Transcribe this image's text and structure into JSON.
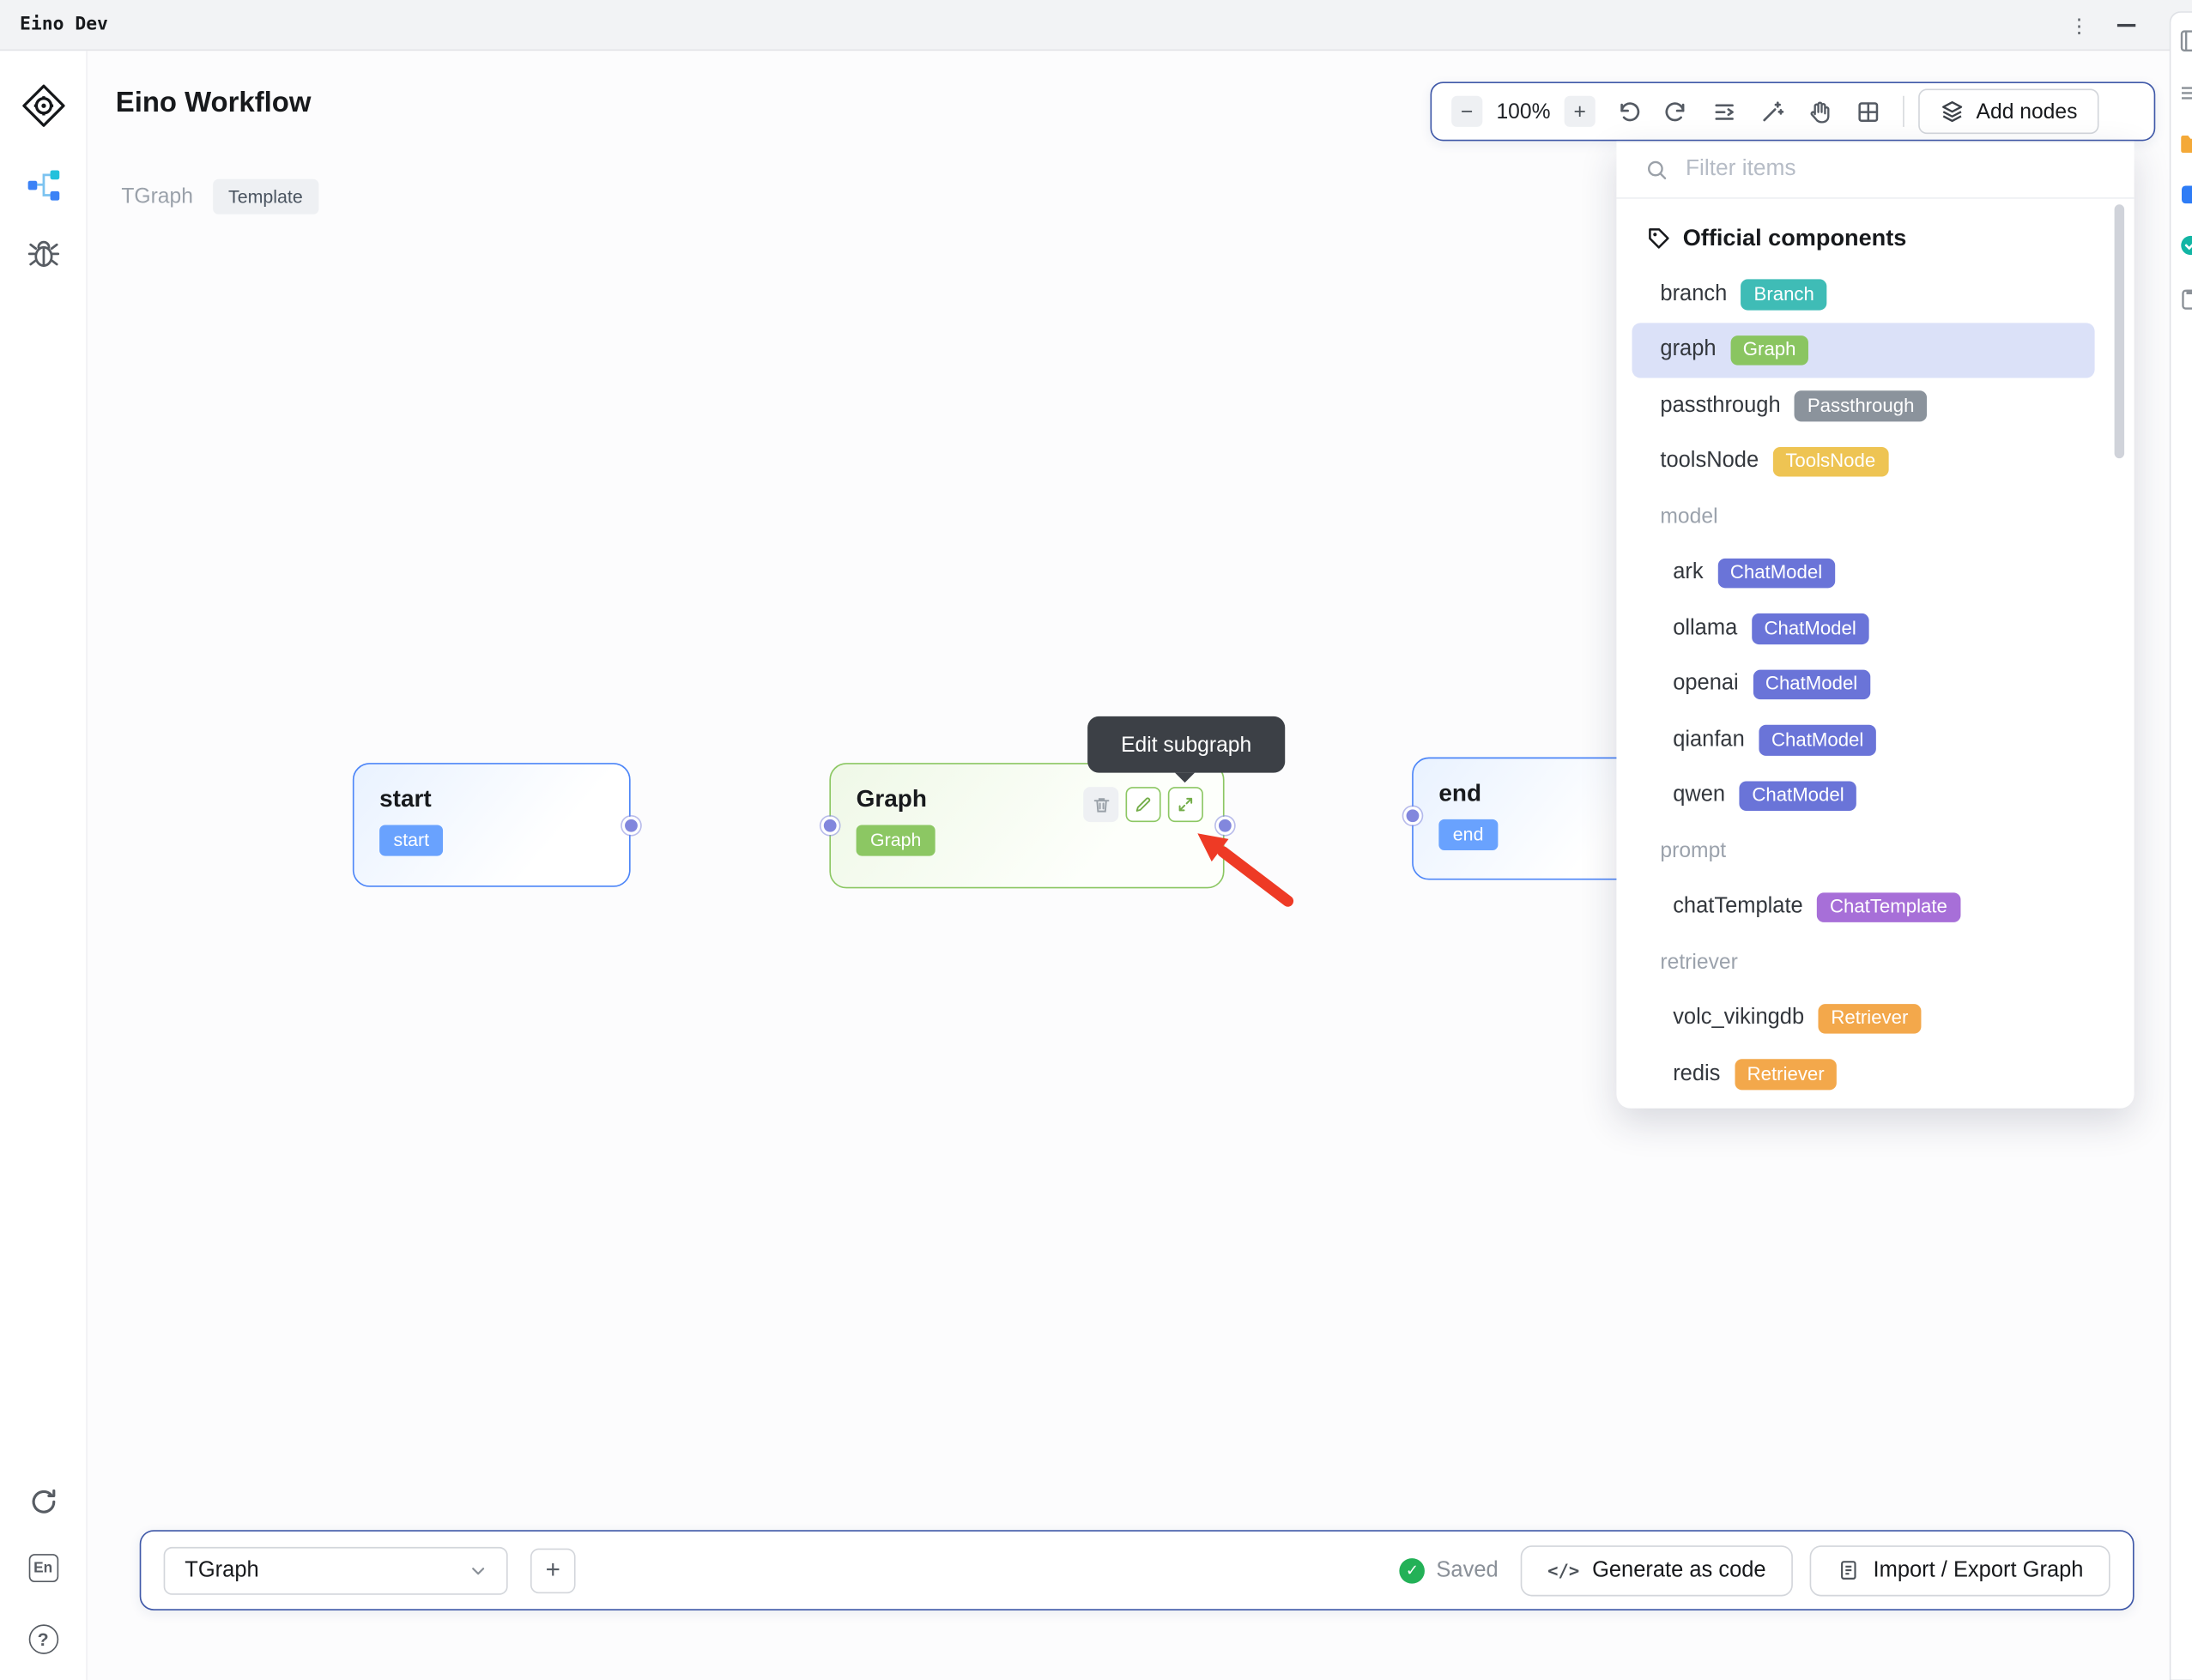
{
  "titlebar": {
    "app_name": "Eino Dev",
    "more_icon": "⋮"
  },
  "left_rail": {
    "lang_label": "En",
    "help_label": "?"
  },
  "header": {
    "title": "Eino Workflow",
    "breadcrumb": "TGraph",
    "template_badge": "Template"
  },
  "toolbar": {
    "zoom_out_icon": "−",
    "zoom_level": "100%",
    "zoom_in_icon": "+",
    "add_nodes_label": "Add nodes"
  },
  "canvas": {
    "tooltip": "Edit subgraph",
    "nodes": {
      "start": {
        "title": "start",
        "badge": "start"
      },
      "graph": {
        "title": "Graph",
        "badge": "Graph"
      },
      "end": {
        "title": "end",
        "badge": "end"
      }
    }
  },
  "panel": {
    "search_placeholder": "Filter items",
    "section_title": "Official components",
    "groups": [
      {
        "label": "",
        "items": [
          {
            "name": "branch",
            "badge": "Branch",
            "color": "#3fbcb6"
          },
          {
            "name": "graph",
            "badge": "Graph",
            "color": "#8ac561",
            "selected": true
          },
          {
            "name": "passthrough",
            "badge": "Passthrough",
            "color": "#8b939c"
          },
          {
            "name": "toolsNode",
            "badge": "ToolsNode",
            "color": "#eec453"
          }
        ]
      },
      {
        "label": "model",
        "items": [
          {
            "name": "ark",
            "badge": "ChatModel",
            "color": "#6a74d8"
          },
          {
            "name": "ollama",
            "badge": "ChatModel",
            "color": "#6a74d8"
          },
          {
            "name": "openai",
            "badge": "ChatModel",
            "color": "#6a74d8"
          },
          {
            "name": "qianfan",
            "badge": "ChatModel",
            "color": "#6a74d8"
          },
          {
            "name": "qwen",
            "badge": "ChatModel",
            "color": "#6a74d8"
          }
        ]
      },
      {
        "label": "prompt",
        "items": [
          {
            "name": "chatTemplate",
            "badge": "ChatTemplate",
            "color": "#a76fd8"
          }
        ]
      },
      {
        "label": "retriever",
        "items": [
          {
            "name": "volc_vikingdb",
            "badge": "Retriever",
            "color": "#f3a84b"
          },
          {
            "name": "redis",
            "badge": "Retriever",
            "color": "#f3a84b"
          }
        ]
      }
    ]
  },
  "bottom_bar": {
    "graph_select_value": "TGraph",
    "add_graph_label": "+",
    "saved_label": "Saved",
    "code_icon": "</>",
    "generate_label": "Generate as code",
    "import_export_label": "Import / Export Graph"
  },
  "colors": {
    "accent_border": "#3f58a8",
    "node_blue": "#4d86f8",
    "node_blue_badge": "#69a2fe",
    "node_green": "#8cc763",
    "selected_row": "#dbe1f8",
    "saved_green": "#23b157",
    "annotation_red": "#ee3a25",
    "port_purple": "#8287dd"
  }
}
